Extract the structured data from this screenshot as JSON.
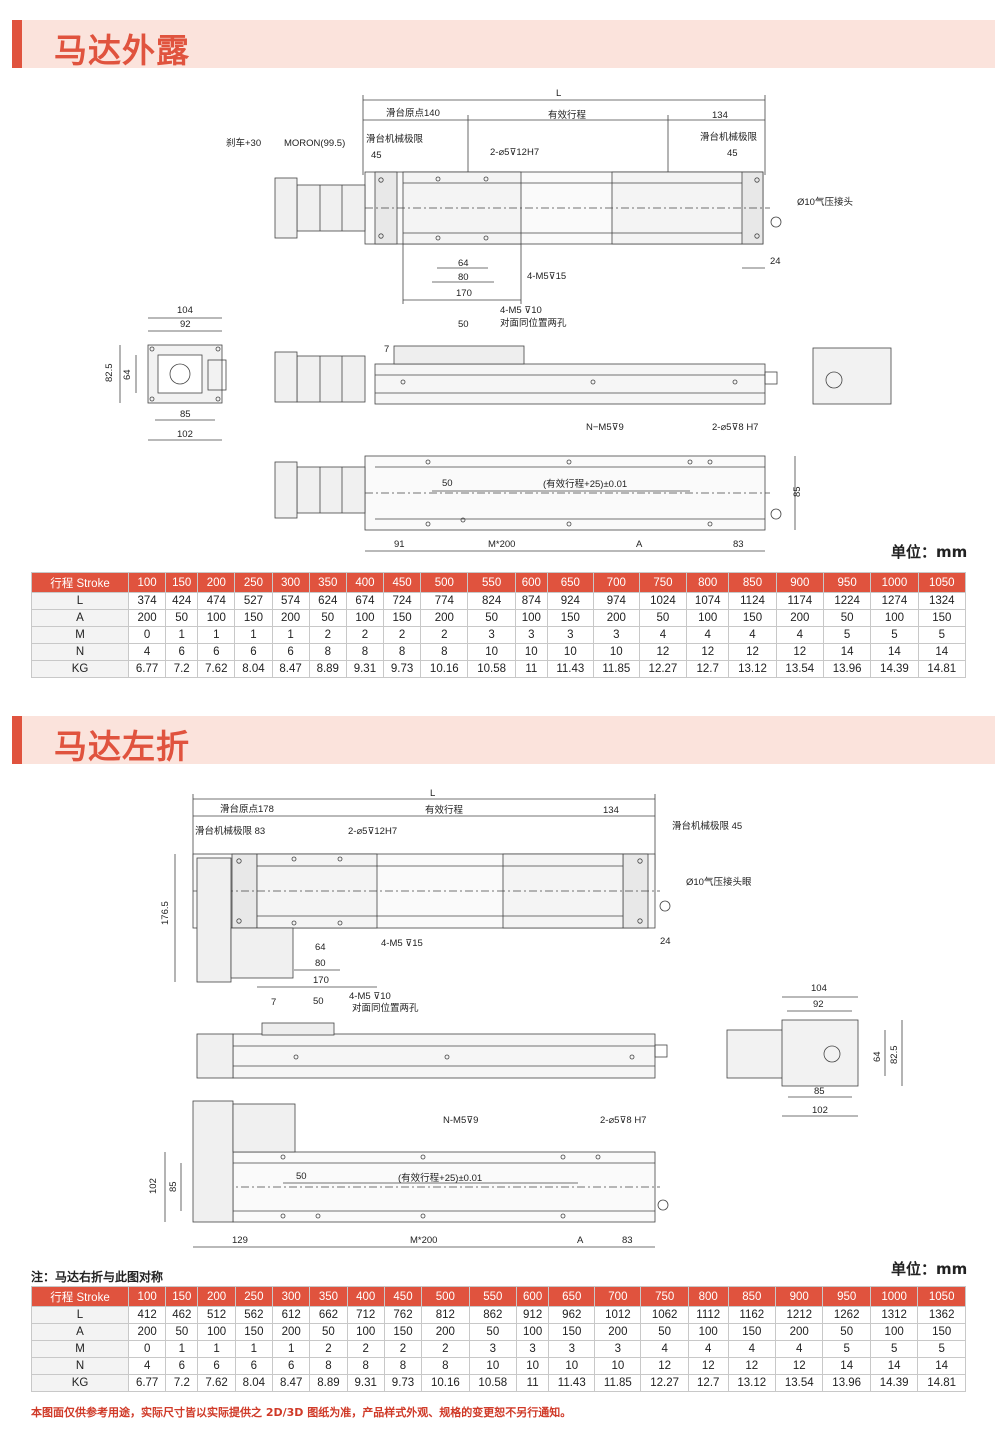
{
  "sections": [
    {
      "title": "马达外露",
      "labels": {
        "L": "L",
        "origin": "滑台原点140",
        "stroke": "有效行程",
        "end": "134",
        "brake": "刹车+30",
        "moron": "MORON(99.5)",
        "mech_left": "滑台机械极限",
        "mech_right": "滑台机械极限",
        "lim_left": "45",
        "lim_right": "45",
        "pin_top": "2-⌀5⊽12H7",
        "air": "Ø10气压接头",
        "screw": "4-M5⊽15",
        "d64": "64",
        "d80": "80",
        "d170": "170",
        "d24": "24",
        "d104": "104",
        "d92": "92",
        "d825": "82.5",
        "d64b": "64",
        "d85": "85",
        "d102": "102",
        "screw2": "4-M5 ⊽10",
        "samehole": "对面同位置两孔",
        "d50": "50",
        "d7": "7",
        "nm5": "N−M5⊽9",
        "pin_bot": "2-⌀5⊽8 H7",
        "d50b": "50",
        "stroke25": "(有效行程+25)±0.01",
        "d85b": "85",
        "d91": "91",
        "m200": "M*200",
        "A": "A",
        "d83": "83"
      },
      "unit": "单位：mm",
      "table": {
        "header_label": "行程 Stroke",
        "strokes": [
          "100",
          "150",
          "200",
          "250",
          "300",
          "350",
          "400",
          "450",
          "500",
          "550",
          "600",
          "650",
          "700",
          "750",
          "800",
          "850",
          "900",
          "950",
          "1000",
          "1050"
        ],
        "rows": [
          {
            "name": "L",
            "values": [
              "374",
              "424",
              "474",
              "527",
              "574",
              "624",
              "674",
              "724",
              "774",
              "824",
              "874",
              "924",
              "974",
              "1024",
              "1074",
              "1124",
              "1174",
              "1224",
              "1274",
              "1324"
            ]
          },
          {
            "name": "A",
            "values": [
              "200",
              "50",
              "100",
              "150",
              "200",
              "50",
              "100",
              "150",
              "200",
              "50",
              "100",
              "150",
              "200",
              "50",
              "100",
              "150",
              "200",
              "50",
              "100",
              "150"
            ]
          },
          {
            "name": "M",
            "values": [
              "0",
              "1",
              "1",
              "1",
              "1",
              "2",
              "2",
              "2",
              "2",
              "3",
              "3",
              "3",
              "3",
              "4",
              "4",
              "4",
              "4",
              "5",
              "5",
              "5"
            ]
          },
          {
            "name": "N",
            "values": [
              "4",
              "6",
              "6",
              "6",
              "6",
              "8",
              "8",
              "8",
              "8",
              "10",
              "10",
              "10",
              "10",
              "12",
              "12",
              "12",
              "12",
              "14",
              "14",
              "14"
            ]
          },
          {
            "name": "KG",
            "values": [
              "6.77",
              "7.2",
              "7.62",
              "8.04",
              "8.47",
              "8.89",
              "9.31",
              "9.73",
              "10.16",
              "10.58",
              "11",
              "11.43",
              "11.85",
              "12.27",
              "12.7",
              "13.12",
              "13.54",
              "13.96",
              "14.39",
              "14.81"
            ]
          }
        ]
      }
    },
    {
      "title": "马达左折",
      "labels": {
        "L": "L",
        "origin": "滑台原点178",
        "stroke": "有效行程",
        "end": "134",
        "mech_left": "滑台机械极限 83",
        "mech_right": "滑台机械极限 45",
        "pin_top": "2-⌀5⊽12H7",
        "air": "Ø10气压接头眼",
        "d1765": "176.5",
        "d24": "24",
        "screw": "4-M5 ⊽15",
        "d64": "64",
        "d80": "80",
        "d170": "170",
        "d7": "7",
        "d50": "50",
        "screw2": "4-M5 ⊽10",
        "samehole": "对面同位置两孔",
        "d104": "104",
        "d92": "92",
        "d64b": "64",
        "d825": "82.5",
        "d85": "85",
        "d102": "102",
        "nm5": "N-M5⊽9",
        "pin_bot": "2-⌀5⊽8 H7",
        "d50b": "50",
        "stroke25": "(有效行程+25)±0.01",
        "d102b": "102",
        "d85b": "85",
        "d129": "129",
        "m200": "M*200",
        "A": "A",
        "d83": "83"
      },
      "note": "注：马达右折与此图对称",
      "unit": "单位：mm",
      "table": {
        "header_label": "行程 Stroke",
        "strokes": [
          "100",
          "150",
          "200",
          "250",
          "300",
          "350",
          "400",
          "450",
          "500",
          "550",
          "600",
          "650",
          "700",
          "750",
          "800",
          "850",
          "900",
          "950",
          "1000",
          "1050"
        ],
        "rows": [
          {
            "name": "L",
            "values": [
              "412",
              "462",
              "512",
              "562",
              "612",
              "662",
              "712",
              "762",
              "812",
              "862",
              "912",
              "962",
              "1012",
              "1062",
              "1112",
              "1162",
              "1212",
              "1262",
              "1312",
              "1362"
            ]
          },
          {
            "name": "A",
            "values": [
              "200",
              "50",
              "100",
              "150",
              "200",
              "50",
              "100",
              "150",
              "200",
              "50",
              "100",
              "150",
              "200",
              "50",
              "100",
              "150",
              "200",
              "50",
              "100",
              "150"
            ]
          },
          {
            "name": "M",
            "values": [
              "0",
              "1",
              "1",
              "1",
              "1",
              "2",
              "2",
              "2",
              "2",
              "3",
              "3",
              "3",
              "3",
              "4",
              "4",
              "4",
              "4",
              "5",
              "5",
              "5"
            ]
          },
          {
            "name": "N",
            "values": [
              "4",
              "6",
              "6",
              "6",
              "6",
              "8",
              "8",
              "8",
              "8",
              "10",
              "10",
              "10",
              "10",
              "12",
              "12",
              "12",
              "12",
              "14",
              "14",
              "14"
            ]
          },
          {
            "name": "KG",
            "values": [
              "6.77",
              "7.2",
              "7.62",
              "8.04",
              "8.47",
              "8.89",
              "9.31",
              "9.73",
              "10.16",
              "10.58",
              "11",
              "11.43",
              "11.85",
              "12.27",
              "12.7",
              "13.12",
              "13.54",
              "13.96",
              "14.39",
              "14.81"
            ]
          }
        ]
      }
    }
  ],
  "footer": "本图面仅供参考用途，实际尺寸皆以实际提供之 2D/3D 图纸为准，产品样式外观、规格的变更恕不另行通知。"
}
